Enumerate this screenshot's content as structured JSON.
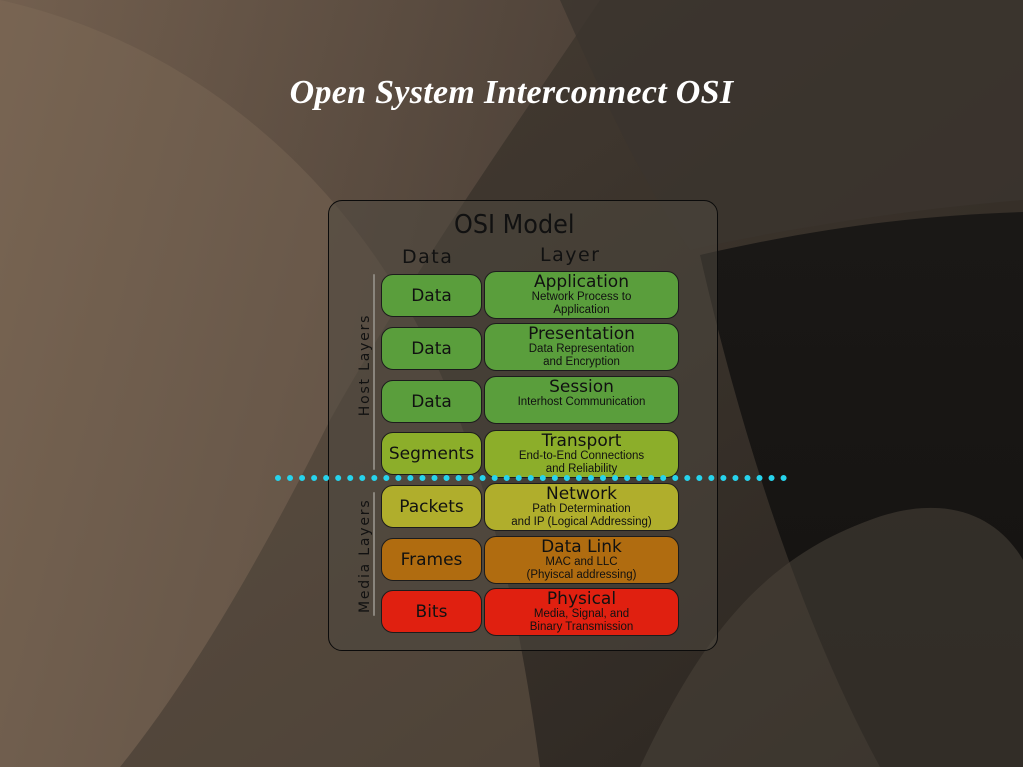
{
  "slide": {
    "title": "Open System Interconnect OSI"
  },
  "diagram": {
    "title": "OSI Model",
    "column_data": "Data",
    "column_layer": "Layer",
    "host_group": "Host Layers",
    "media_group": "Media Layers",
    "rows": [
      {
        "data": "Data",
        "layer": "Application",
        "desc1": "Network Process to",
        "desc2": "Application",
        "color": "#5a9e3c"
      },
      {
        "data": "Data",
        "layer": "Presentation",
        "desc1": "Data Representation",
        "desc2": "and Encryption",
        "color": "#5a9e3c"
      },
      {
        "data": "Data",
        "layer": "Session",
        "desc1": "Interhost Communication",
        "desc2": "",
        "color": "#5a9e3c"
      },
      {
        "data": "Segments",
        "layer": "Transport",
        "desc1": "End-to-End Connections",
        "desc2": "and Reliability",
        "color": "#8cae2a"
      },
      {
        "data": "Packets",
        "layer": "Network",
        "desc1": "Path Determination",
        "desc2": "and IP (Logical Addressing)",
        "color": "#b0ae2c"
      },
      {
        "data": "Frames",
        "layer": "Data Link",
        "desc1": "MAC and LLC",
        "desc2": "(Phyiscal addressing)",
        "color": "#b06c10"
      },
      {
        "data": "Bits",
        "layer": "Physical",
        "desc1": "Media, Signal, and",
        "desc2": "Binary Transmission",
        "color": "#e02010"
      }
    ],
    "divider_color": "#27d3ec"
  }
}
